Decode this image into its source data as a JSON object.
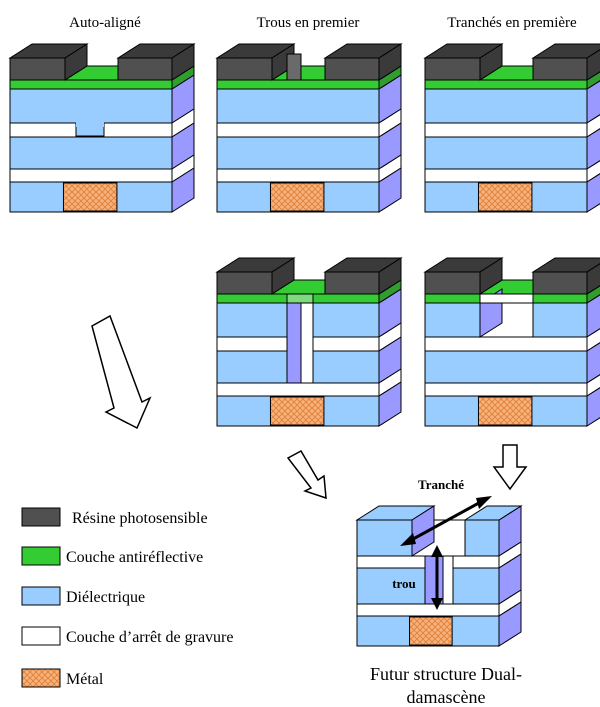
{
  "columns": {
    "auto_aligned": "Auto-aligné",
    "holes_first": "Trous en premier",
    "trenches_first": "Tranchés en première"
  },
  "legend": [
    {
      "key": "resist",
      "label": "Résine photosensible",
      "color": "#505050"
    },
    {
      "key": "arc",
      "label": "Couche antiréflective",
      "color": "#33cc33"
    },
    {
      "key": "dielectric",
      "label": "Diélectrique",
      "color": "#99ccff"
    },
    {
      "key": "etch_stop",
      "label": "Couche d’arrêt de gravure",
      "color": "#ffffff"
    },
    {
      "key": "metal",
      "label": "Métal",
      "color": "#f4a460"
    }
  ],
  "final": {
    "trench_label": "Tranché",
    "hole_label": "trou",
    "caption_line1": "Futur structure Dual-",
    "caption_line2": "damascène"
  },
  "colors": {
    "resist_front": "#505050",
    "resist_top": "#3a3a3a",
    "arc": "#33cc33",
    "arc_side": "#2f9e2f",
    "dielectric_front": "#99ccff",
    "side": "#9999ff",
    "metal": "#f4a460",
    "outline": "#000000"
  }
}
